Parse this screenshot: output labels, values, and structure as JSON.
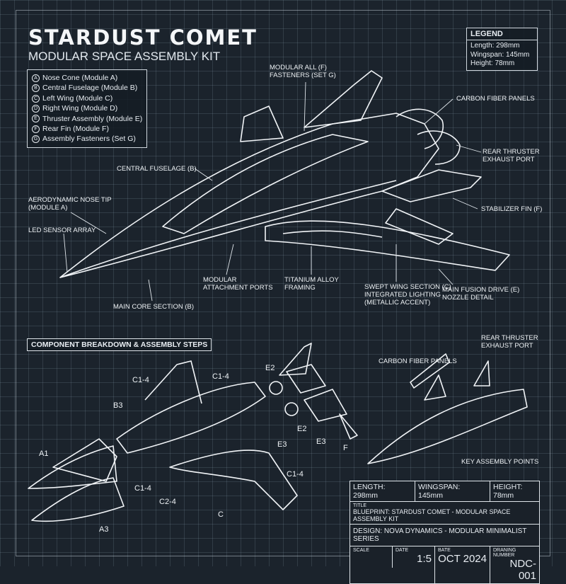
{
  "header": {
    "title": "STARDUST COMET",
    "subtitle": "MODULAR SPACE ASSEMBLY KIT"
  },
  "parts": [
    {
      "mark": "A",
      "label": "Nose Cone (Module A)"
    },
    {
      "mark": "B",
      "label": "Central  Fuselage (Module B)"
    },
    {
      "mark": "C",
      "label": "Left Wing (Module C)"
    },
    {
      "mark": "D",
      "label": "Right Wing (Module D)"
    },
    {
      "mark": "E",
      "label": "Thruster Assembly (Module E)"
    },
    {
      "mark": "F",
      "label": "Rear Fin (Module F)"
    },
    {
      "mark": "G",
      "label": "Assembly Fasteners (Set G)"
    }
  ],
  "legend": {
    "title": "LEGEND",
    "length": "Length: 298mm",
    "wingspan": "Wingspan: 145mm",
    "height": "Height: 78mm"
  },
  "main_labels": {
    "fasteners": "MODULAR ALL (F)\nFASTENERS (SET G)",
    "carbon": "CARBON FIBER PANELS",
    "rear_thruster": "REAR THRUSTER\nEXHAUST PORT",
    "fuselage": "CENTRAL FUSELAGE (B)",
    "nose": "AERODYNAMIC NOSE TIP\n(MODULE A)",
    "led": "LED SENSOR ARRAY",
    "stabilizer": "STABILIZER FIN (F)",
    "ports": "MODULAR\nATTACHMENT PORTS",
    "titanium": "TITANIUM ALLOY\nFRAMING",
    "swept": "SWEPT WING SECTION (C)\nINTEGRATED LIGHTING\n(METALLIC ACCENT)",
    "drive": "MAIN FUSION DRIVE (E)\nNOZZLE DETAIL",
    "core": "MAIN CORE SECTION (B)"
  },
  "breakdown": {
    "heading": "COMPONENT BREAKDOWN & ASSEMBLY STEPS",
    "callouts": [
      "C1-4",
      "C1-4",
      "B3",
      "E2",
      "E2",
      "E3",
      "E3",
      "F",
      "A1",
      "C1-4",
      "C1-4",
      "C2-4",
      "C",
      "A3"
    ],
    "carbon": "CARBON FIBER PANELS",
    "rear_thruster": "REAR THRUSTER\nEXHAUST PORT",
    "key_points": "KEY ASSEMBLY POINTS"
  },
  "title_block": {
    "length": "LENGTH: 298mm",
    "wingspan": "WINGSPAN: 145mm",
    "height": "HEIGHT: 78mm",
    "title_label": "TITLE",
    "title": "BLUEPRINT: STARDUST COMET - MODULAR SPACE ASSEMBLY KIT",
    "design": "DESIGN: NOVA DYNAMICS - MODULAR MINIMALIST SERIES",
    "scale_label": "SCALE",
    "date_label": "DATE",
    "scale": "1:5",
    "bate_label": "BATE",
    "date": "OCT 2024",
    "drawing_label": "DRANING NUMBER",
    "drawing_number": "NDC-001"
  }
}
